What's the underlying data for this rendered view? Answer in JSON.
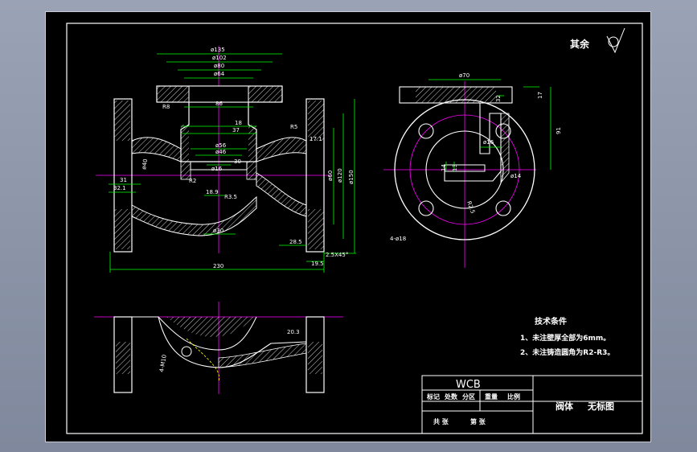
{
  "drawing": {
    "roughness_note": "其余",
    "tech_title": "技术条件",
    "tech_items": [
      "1、未注壁厚全部为6mm。",
      "2、未注铸造圆角为R2-R3。"
    ],
    "material": "WCB",
    "part_name": "阀体",
    "drawing_type": "无标图",
    "title_block_row1": [
      "标记",
      "处数",
      "分区",
      "重量",
      "比例"
    ],
    "title_block_row2": [
      "共 张",
      "第 张"
    ]
  },
  "dimensions": {
    "front": [
      "ø135",
      "ø102",
      "ø80",
      "ø64",
      "86",
      "18",
      "37",
      "ø56",
      "ø46",
      "30",
      "ø16",
      "31",
      "32.1",
      "18.9",
      "ø30",
      "R2",
      "R8",
      "ø40",
      "ø60",
      "ø120",
      "ø150",
      "28.5",
      "2.5X45°",
      "19.5",
      "230",
      "17.1",
      "R5",
      "R3.5"
    ],
    "side": [
      "ø70",
      "32",
      "17",
      "91",
      "ø16",
      "14",
      "13",
      "ø14",
      "R2.5",
      "4-ø18"
    ],
    "bottom": [
      "20.3",
      "4-M10"
    ]
  },
  "colors": {
    "lines": "#ffffff",
    "dimensions": "#00ff00",
    "centerlines": "#ff00ff",
    "hatch": "#ffffff",
    "text_yellow": "#ffff00"
  }
}
